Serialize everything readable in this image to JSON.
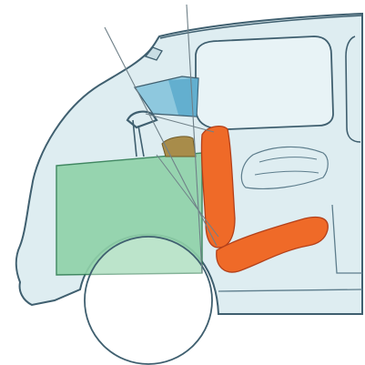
{
  "colors": {
    "body_fill": "#deedf1",
    "outline": "#3f5f6f",
    "thin_line": "#5d7d8c",
    "window_blue": "#8ec8de",
    "window_blue_dark": "#3f9bc3",
    "engine_green": "#8fd2a8",
    "engine_green_stroke": "#2f7d52",
    "seat_orange": "#ef6a28",
    "seat_orange_dark": "#b3401a",
    "headrest_olive": "#a88c4a",
    "sight_line": "#6f8088"
  },
  "elements": [
    "vehicle-body",
    "windshield",
    "side-window",
    "engine-compartment",
    "driver-seat",
    "steering-wheel",
    "front-wheel",
    "sight-lines"
  ]
}
